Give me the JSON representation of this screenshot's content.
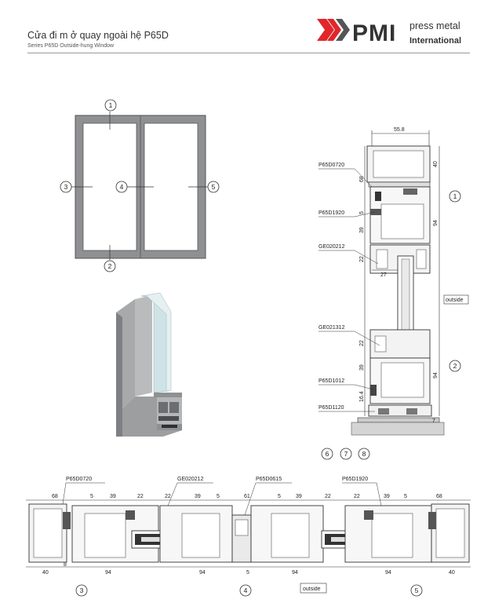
{
  "header": {
    "title": "Cửa đi m ở quay ngoài hệ  P65D",
    "subtitle": "Series P65D  Outside-hung Window"
  },
  "logo": {
    "letters": "PMI",
    "tagline_top": "press metal",
    "tagline_bottom": "International",
    "icon": "pmi-chevron-logo",
    "accent_color": "#e0262b",
    "dark_color": "#333333"
  },
  "elevation": {
    "callouts": [
      "1",
      "2",
      "3",
      "4",
      "5"
    ]
  },
  "vertical_section": {
    "top_dim": "55.8",
    "dims": [
      "40",
      "68",
      "5",
      "94",
      "39",
      "22",
      "27",
      "22",
      "94",
      "39",
      "16.4",
      "7"
    ],
    "parts": [
      "P65D0720",
      "P65D1920",
      "GE020212",
      "GE021312",
      "P65D1012",
      "P65D1120"
    ],
    "callouts": [
      "1",
      "2"
    ],
    "outside_label": "outside"
  },
  "accessory_callouts": [
    "6",
    "7",
    "8"
  ],
  "horizontal_section": {
    "parts": [
      "P65D0720",
      "GE020212",
      "P65D0615",
      "P65D1920"
    ],
    "top_dims": [
      "68",
      "5",
      "39",
      "22",
      "22",
      "39",
      "5",
      "61",
      "5",
      "39",
      "22",
      "22",
      "39",
      "5",
      "68"
    ],
    "bottom_dims": [
      "40",
      "8",
      "94",
      "94",
      "5",
      "94",
      "94",
      "40"
    ],
    "callouts": [
      "3",
      "4",
      "5"
    ],
    "outside_label": "outside"
  }
}
